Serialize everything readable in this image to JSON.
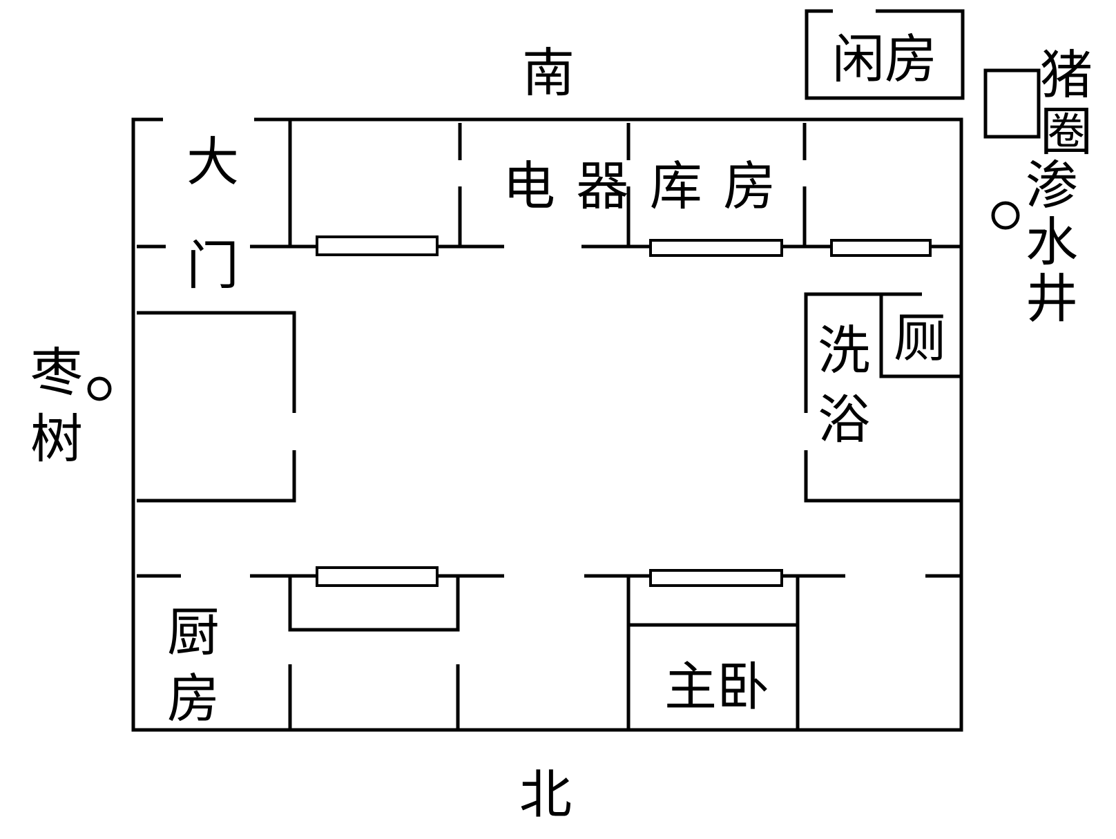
{
  "labels": {
    "south": "南",
    "north": "北",
    "main_gate": "大门",
    "storeroom": "电器库房",
    "spare_room": "闲房",
    "pigpen": "猪圈",
    "seepage_well": "渗水井",
    "jujube_tree": "枣树",
    "bathroom": "洗浴",
    "toilet": "厕",
    "kitchen": "厨房",
    "master_bedroom": "主卧"
  },
  "colors": {
    "line": "#000000",
    "background": "#ffffff"
  }
}
